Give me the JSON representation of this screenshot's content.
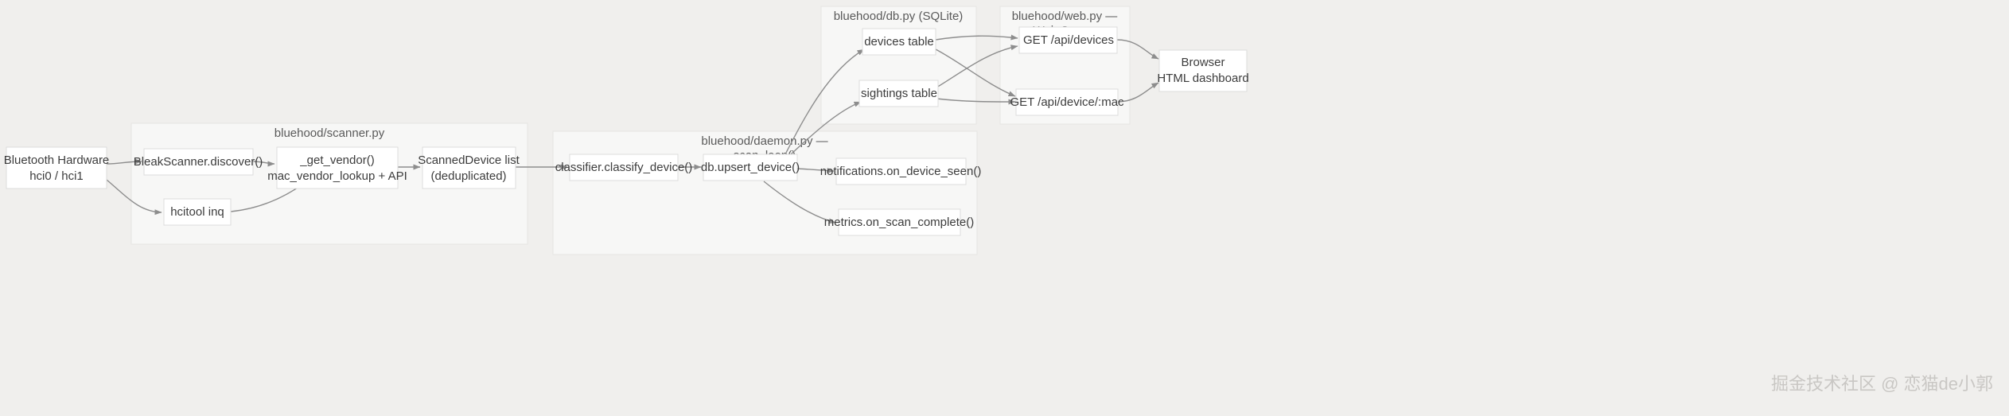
{
  "diagram": {
    "type": "flowchart",
    "direction": "left-to-right",
    "background_color": "#f0efed",
    "node_fill": "#ffffff",
    "node_stroke": "#dcdcdc",
    "cluster_fill": "#f7f7f6",
    "cluster_stroke": "#e6e5e3",
    "edge_color": "#8d8d8d",
    "text_color": "#3c3c3c"
  },
  "clusters": [
    {
      "id": "scanner",
      "label": "bluehood/scanner.py",
      "label_lines": [
        "bluehood/scanner.py"
      ]
    },
    {
      "id": "daemon",
      "label": "bluehood/daemon.py — scan_loop()",
      "label_lines": [
        "bluehood/daemon.py —",
        "scan_loop()"
      ]
    },
    {
      "id": "db",
      "label": "bluehood/db.py (SQLite)",
      "label_lines": [
        "bluehood/db.py (SQLite)"
      ]
    },
    {
      "id": "web",
      "label": "bluehood/web.py — Web Server",
      "label_lines": [
        "bluehood/web.py —",
        "Web Server"
      ]
    }
  ],
  "nodes": [
    {
      "id": "hardware",
      "lines": [
        "Bluetooth Hardware",
        "hci0 / hci1"
      ],
      "cluster": null
    },
    {
      "id": "bleakscanner",
      "lines": [
        "BleakScanner.discover()"
      ],
      "cluster": "scanner"
    },
    {
      "id": "hcitool",
      "lines": [
        "hcitool inq"
      ],
      "cluster": "scanner"
    },
    {
      "id": "getvendor",
      "lines": [
        "_get_vendor()",
        "mac_vendor_lookup + API"
      ],
      "cluster": "scanner"
    },
    {
      "id": "scanneddevice",
      "lines": [
        "ScannedDevice list",
        "(deduplicated)"
      ],
      "cluster": "scanner"
    },
    {
      "id": "classifier",
      "lines": [
        "classifier.classify_device()"
      ],
      "cluster": "daemon"
    },
    {
      "id": "upsert",
      "lines": [
        "db.upsert_device()"
      ],
      "cluster": "daemon"
    },
    {
      "id": "notifications",
      "lines": [
        "notifications.on_device_seen()"
      ],
      "cluster": "daemon"
    },
    {
      "id": "metrics",
      "lines": [
        "metrics.on_scan_complete()"
      ],
      "cluster": "daemon"
    },
    {
      "id": "devices_table",
      "lines": [
        "devices table"
      ],
      "cluster": "db"
    },
    {
      "id": "sightings_table",
      "lines": [
        "sightings table"
      ],
      "cluster": "db"
    },
    {
      "id": "api_devices",
      "lines": [
        "GET /api/devices"
      ],
      "cluster": "web"
    },
    {
      "id": "api_device_mac",
      "lines": [
        "GET /api/device/:mac"
      ],
      "cluster": "web"
    },
    {
      "id": "browser",
      "lines": [
        "Browser",
        "HTML dashboard"
      ],
      "cluster": null
    }
  ],
  "edges": [
    {
      "from": "hardware",
      "to": "bleakscanner"
    },
    {
      "from": "hardware",
      "to": "hcitool"
    },
    {
      "from": "bleakscanner",
      "to": "getvendor"
    },
    {
      "from": "hcitool",
      "to": "getvendor"
    },
    {
      "from": "getvendor",
      "to": "scanneddevice"
    },
    {
      "from": "scanneddevice",
      "to": "classifier"
    },
    {
      "from": "classifier",
      "to": "upsert"
    },
    {
      "from": "upsert",
      "to": "notifications"
    },
    {
      "from": "upsert",
      "to": "metrics"
    },
    {
      "from": "upsert",
      "to": "devices_table"
    },
    {
      "from": "upsert",
      "to": "sightings_table"
    },
    {
      "from": "devices_table",
      "to": "api_devices"
    },
    {
      "from": "devices_table",
      "to": "api_device_mac"
    },
    {
      "from": "sightings_table",
      "to": "api_devices"
    },
    {
      "from": "sightings_table",
      "to": "api_device_mac"
    },
    {
      "from": "api_devices",
      "to": "browser"
    },
    {
      "from": "api_device_mac",
      "to": "browser"
    }
  ],
  "watermark": {
    "text": "掘金技术社区 @ 恋猫de小郭"
  }
}
